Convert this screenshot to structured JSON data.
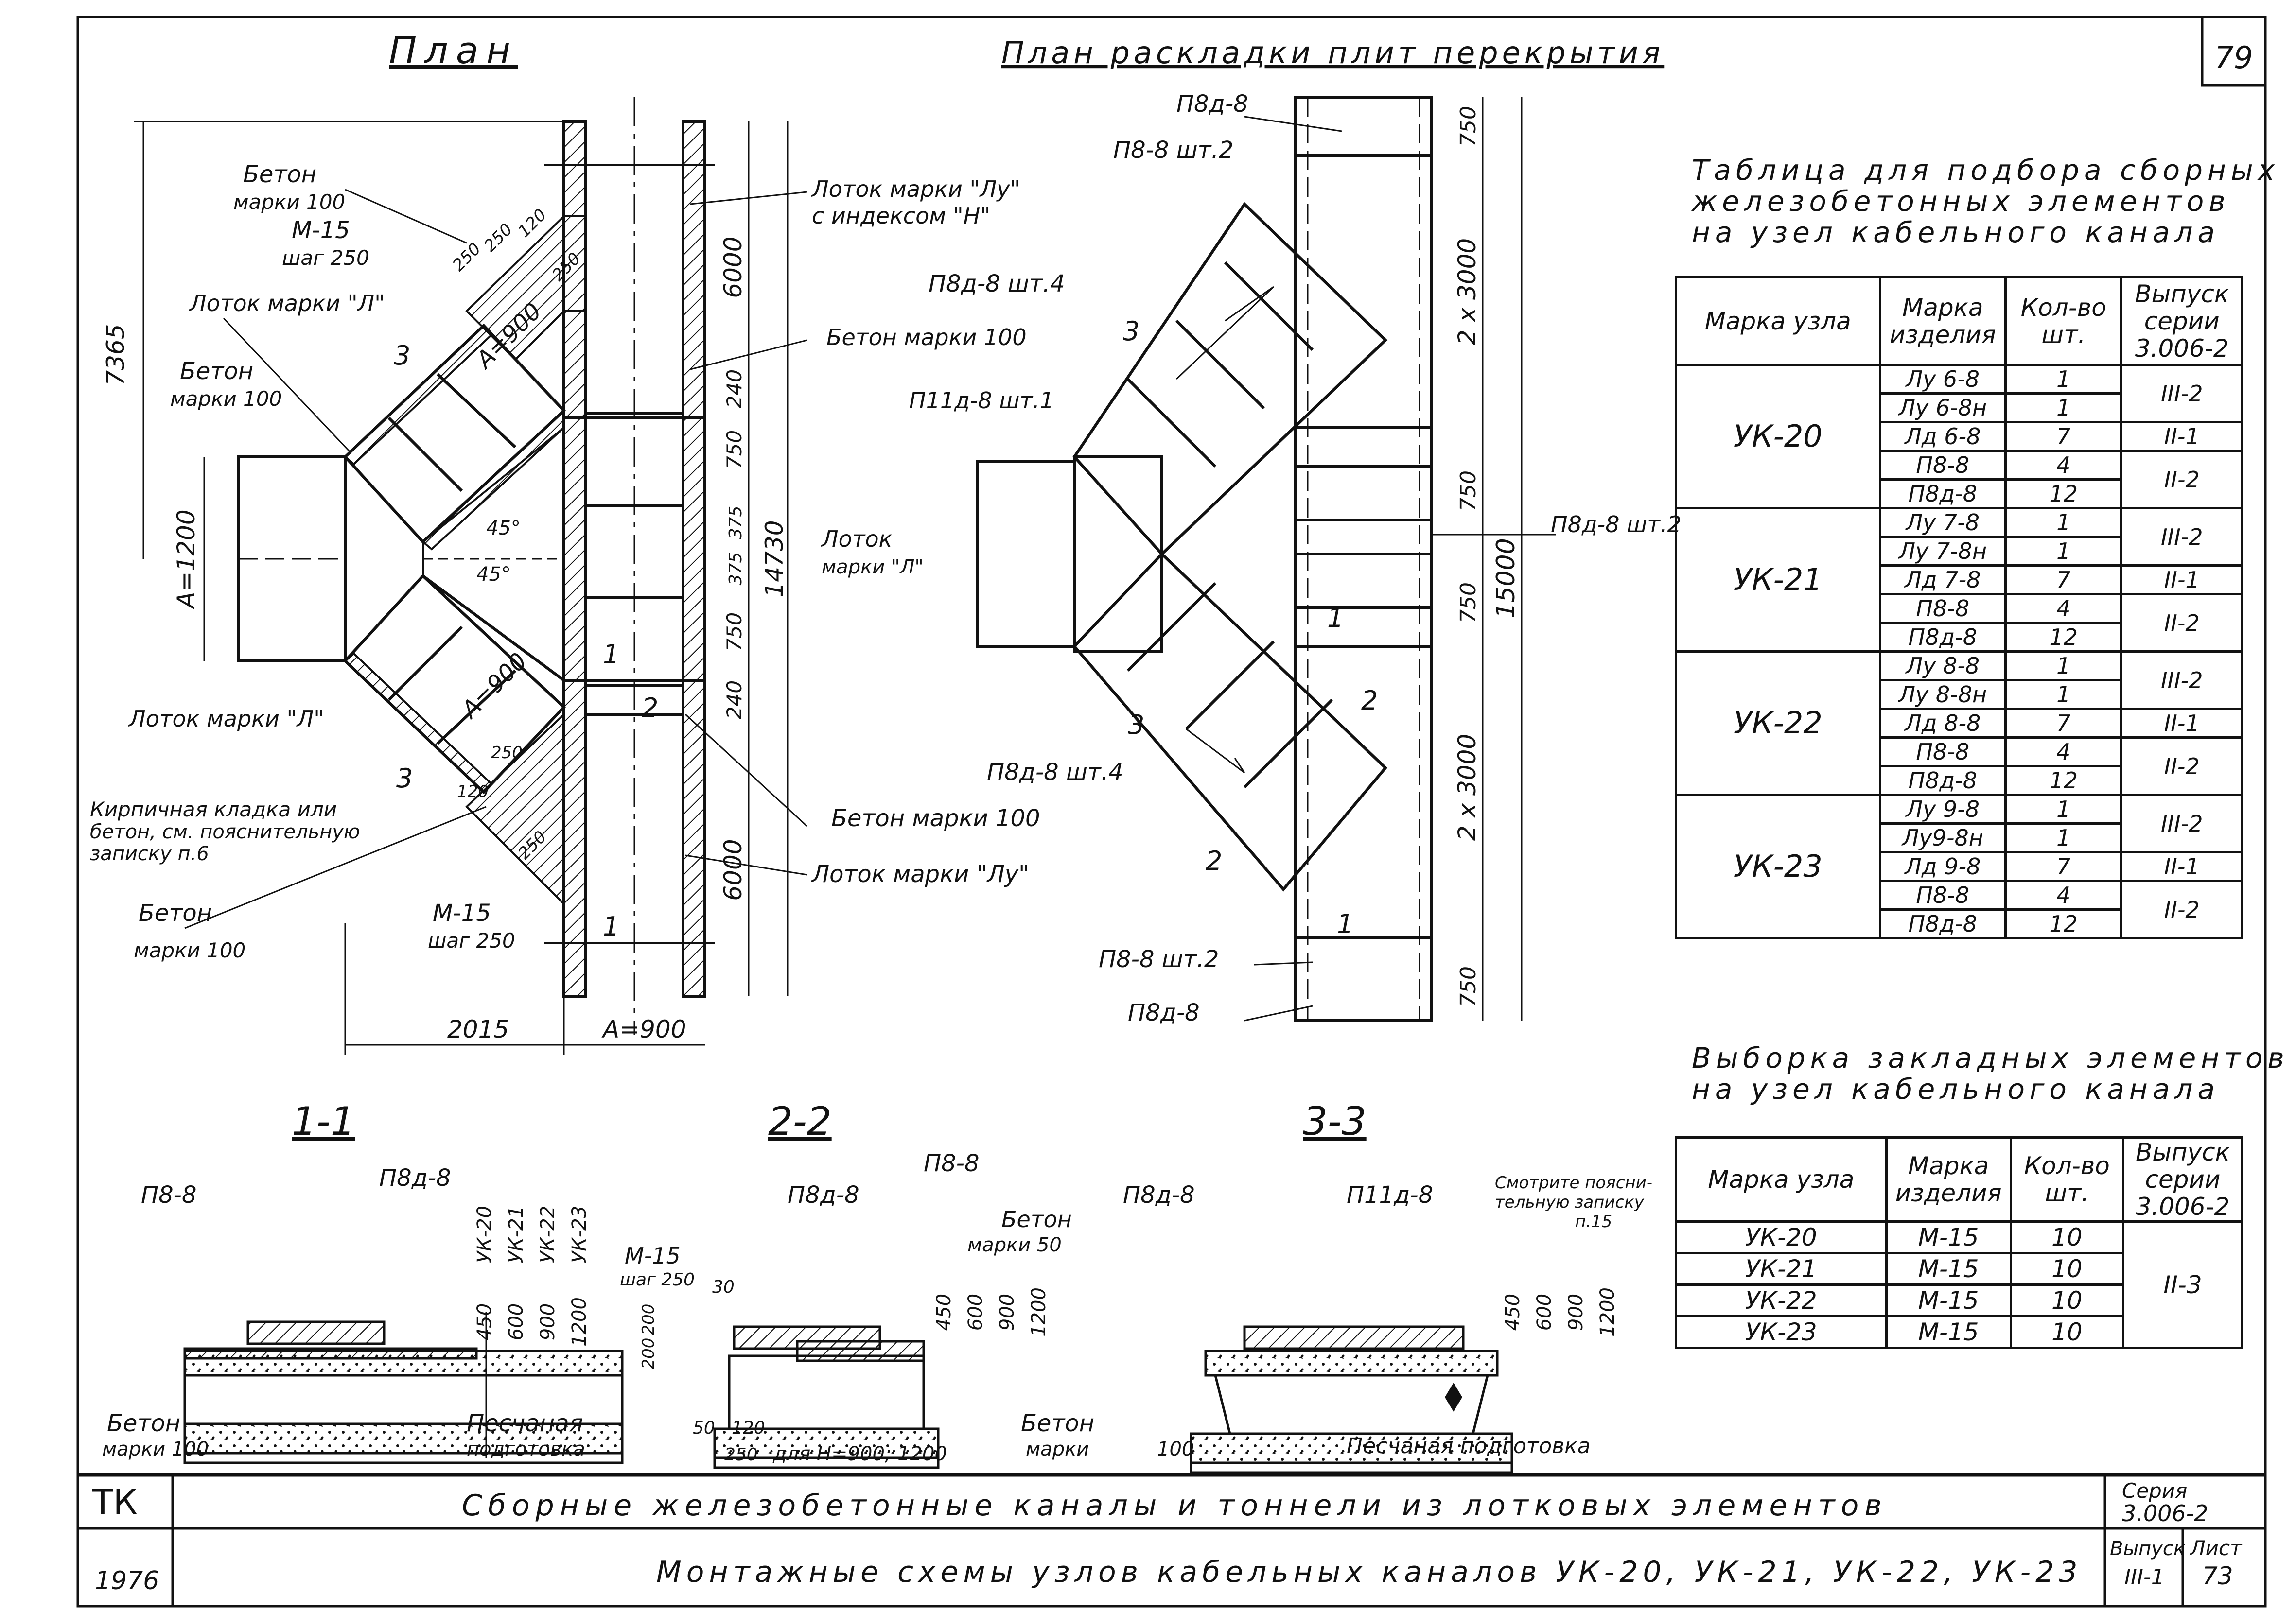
{
  "sheet_number": "79",
  "headings": {
    "plan": "План",
    "slab_plan": "План раскладки плит перекрытия",
    "section_1": "1-1",
    "section_2": "2-2",
    "section_3": "3-3"
  },
  "plan_labels": {
    "beton_100_a": "Бетон",
    "beton_100_a2": "марки 100",
    "m15": "М-15",
    "shag": "шаг 250",
    "lotok_l": "Лоток марки \"Л\"",
    "beton_100_b": "Бетон",
    "beton_100_b2": "марки 100",
    "lotok_lu_n": "Лоток марки \"Лу\"",
    "lotok_lu_n2": "с индексом \"Н\"",
    "beton_100_c": "Бетон марки 100",
    "lotok_l_right": "Лоток",
    "lotok_l_right2": "марки \"Л\"",
    "lotok_l_low": "Лоток марки \"Л\"",
    "kirpich": "Кирпичная кладка или",
    "kirpich2": "бетон, см. пояснительную",
    "kirpich3": "записку п.6",
    "beton_100_d": "Бетон марки 100",
    "beton_100_e": "Бетон",
    "beton_100_e2": "марки 100",
    "m15b": "М-15",
    "shag_b": "шаг 250",
    "lotok_lu": "Лоток марки \"Лу\"",
    "dim_7365": "7365",
    "dim_a1200": "А=1200",
    "dim_6000a": "6000",
    "dim_6000b": "6000",
    "dim_240a": "240",
    "dim_750a": "750",
    "dim_375a": "375",
    "dim_375b": "375",
    "dim_750b": "750",
    "dim_240b": "240",
    "dim_14730": "14730",
    "dim_250a": "250",
    "dim_250b": "250",
    "dim_120a": "120",
    "dim_250c": "250",
    "dim_120b": "120",
    "dim_250d": "250",
    "dim_250e": "250",
    "dim_a900a": "А=900",
    "dim_a900b": "А=900",
    "dim_a900c": "А=900",
    "dim_2015": "2015",
    "ang_45a": "45°",
    "ang_45b": "45°",
    "mk_1a": "1",
    "mk_1b": "1",
    "mk_2": "2",
    "mk_3a": "3",
    "mk_3b": "3"
  },
  "slab_labels": {
    "p8d8_top": "П8д-8",
    "p88_2_top": "П8-8 шт.2",
    "p8d8_4a": "П8д-8 шт.4",
    "p11d8": "П11д-8 шт.1",
    "p8d8_2": "П8д-8 шт.2",
    "p8d8_4b": "П8д-8 шт.4",
    "p88_2_bot": "П8-8 шт.2",
    "p8d8_bot": "П8д-8",
    "dim_750a": "750",
    "dim_2x3000a": "2 x 3000",
    "dim_750b": "750",
    "dim_750c": "750",
    "dim_15000": "15000",
    "dim_2x3000b": "2 x 3000",
    "dim_750d": "750",
    "mk_1a": "1",
    "mk_1b": "1",
    "mk_2a": "2",
    "mk_2b": "2",
    "mk_3a": "3",
    "mk_3b": "3"
  },
  "section_labels": {
    "s1_p88": "П8-8",
    "s1_p8d8": "П8д-8",
    "s1_uk": [
      "УК-20",
      "УК-21",
      "УК-22",
      "УК-23"
    ],
    "s1_h": [
      "450",
      "600",
      "900",
      "1200"
    ],
    "s1_beton": "Бетон",
    "s1_beton2": "марки 100",
    "s1_pesok": "Песчаная",
    "s1_pesok2": "подготовка",
    "s2_p8d8": "П8д-8",
    "s2_p88": "П8-8",
    "s2_beton": "Бетон",
    "s2_beton2": "марки 50",
    "s2_m15": "М-15",
    "s2_shag": "шаг 250",
    "s2_30": "30",
    "s2_h": [
      "450",
      "600",
      "900",
      "1200"
    ],
    "s2_200a": "200",
    "s2_200b": "200",
    "s2_50": "50",
    "s2_120": "120",
    "s2_250": "250",
    "s2_dlya": "для Н=900; 1200",
    "s2_beton_b": "Бетон",
    "s2_beton_b2": "марки",
    "s2_100": "100",
    "s3_p8d8": "П8д-8",
    "s3_p11d8": "П11д-8",
    "s3_note": "Смотрите поясни-",
    "s3_note2": "тельную записку",
    "s3_note3": "п.15",
    "s3_h": [
      "450",
      "600",
      "900",
      "1200"
    ],
    "s3_pesok": "Песчаная подготовка"
  },
  "selection_table": {
    "title_lines": [
      "Таблица для подбора сборных",
      "железобетонных элементов",
      "на узел кабельного канала"
    ],
    "headers": [
      "Марка узла",
      "Марка изделия",
      "Кол-во шт.",
      "Выпуск серии 3.006-2"
    ],
    "groups": [
      {
        "node": "УК-20",
        "rows": [
          {
            "item": "Лу 6-8",
            "qty": "1"
          },
          {
            "item": "Лу 6-8н",
            "qty": "1"
          },
          {
            "item": "Лд 6-8",
            "qty": "7"
          },
          {
            "item": "П8-8",
            "qty": "4"
          },
          {
            "item": "П8д-8",
            "qty": "12"
          }
        ],
        "issues": [
          "III-2",
          "II-1",
          "II-2"
        ]
      },
      {
        "node": "УК-21",
        "rows": [
          {
            "item": "Лу 7-8",
            "qty": "1"
          },
          {
            "item": "Лу 7-8н",
            "qty": "1"
          },
          {
            "item": "Лд 7-8",
            "qty": "7"
          },
          {
            "item": "П8-8",
            "qty": "4"
          },
          {
            "item": "П8д-8",
            "qty": "12"
          }
        ],
        "issues": [
          "III-2",
          "II-1",
          "II-2"
        ]
      },
      {
        "node": "УК-22",
        "rows": [
          {
            "item": "Лу 8-8",
            "qty": "1"
          },
          {
            "item": "Лу 8-8н",
            "qty": "1"
          },
          {
            "item": "Лд 8-8",
            "qty": "7"
          },
          {
            "item": "П8-8",
            "qty": "4"
          },
          {
            "item": "П8д-8",
            "qty": "12"
          }
        ],
        "issues": [
          "III-2",
          "II-1",
          "II-2"
        ]
      },
      {
        "node": "УК-23",
        "rows": [
          {
            "item": "Лу 9-8",
            "qty": "1"
          },
          {
            "item": "Лу9-8н",
            "qty": "1"
          },
          {
            "item": "Лд 9-8",
            "qty": "7"
          },
          {
            "item": "П8-8",
            "qty": "4"
          },
          {
            "item": "П8д-8",
            "qty": "12"
          }
        ],
        "issues": [
          "III-2",
          "II-1",
          "II-2"
        ]
      }
    ]
  },
  "embedded_table": {
    "title_lines": [
      "Выборка закладных элементов",
      "на узел кабельного канала"
    ],
    "headers": [
      "Марка узла",
      "Марка изделия",
      "Кол-во шт.",
      "Выпуск серии 3.006-2"
    ],
    "rows": [
      {
        "node": "УК-20",
        "item": "М-15",
        "qty": "10"
      },
      {
        "node": "УК-21",
        "item": "М-15",
        "qty": "10"
      },
      {
        "node": "УК-22",
        "item": "М-15",
        "qty": "10"
      },
      {
        "node": "УК-23",
        "item": "М-15",
        "qty": "10"
      }
    ],
    "issue": "II-3"
  },
  "title_block": {
    "tk": "ТК",
    "year": "1976",
    "line1": "Сборные железобетонные каналы и тоннели из лотковых элементов",
    "line2": "Монтажные схемы узлов кабельных каналов УК-20, УК-21, УК-22, УК-23",
    "series_label": "Серия",
    "series": "3.006-2",
    "issue_label": "Выпуск",
    "issue": "III-1",
    "sheet_label": "Лист",
    "sheet": "73"
  }
}
